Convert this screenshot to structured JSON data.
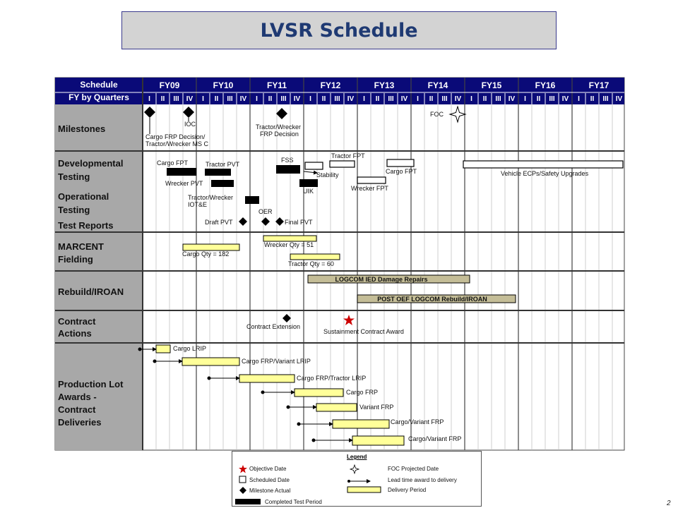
{
  "title": "LVSR Schedule",
  "page_number": "2",
  "header": {
    "schedule_label": "Schedule",
    "fy_label": "FY by Quarters",
    "years": [
      "FY09",
      "FY10",
      "FY11",
      "FY12",
      "FY13",
      "FY14",
      "FY15",
      "FY16",
      "FY17"
    ],
    "quarters": [
      "I",
      "II",
      "III",
      "IV"
    ]
  },
  "rows": {
    "milestones": "Milestones",
    "dev_testing": "Developmental Testing",
    "op_testing": "Operational Testing",
    "test_reports": "Test Reports",
    "marcent": "MARCENT Fielding",
    "rebuild": "Rebuild/IROAN",
    "contract": "Contract Actions",
    "production": "Production Lot Awards - Contract Deliveries"
  },
  "labels": {
    "cargo_frp_decision": "Cargo FRP Decision/",
    "tractor_wrecker_msc": "Tractor/Wrecker MS C",
    "ioc": "IOC",
    "tw_frp_decision_1": "Tractor/Wrecker",
    "tw_frp_decision_2": "FRP Decision",
    "foc": "FOC",
    "cargo_fpt_1": "Cargo FPT",
    "tractor_pvt": "Tractor PVT",
    "wrecker_pvt": "Wrecker PVT",
    "fss": "FSS",
    "stability": "Stability",
    "uik": "UIK",
    "tractor_fpt": "Tractor FPT",
    "wrecker_fpt": "Wrecker FPT",
    "cargo_fpt_2": "Cargo FPT",
    "vehicle_ecps": "Vehicle ECPs/Safety Upgrades",
    "tw_iote_1": "Tractor/Wrecker",
    "tw_iote_2": "IOT&E",
    "oer": "OER",
    "draft_pvt": "Draft PVT",
    "final_pvt": "Final PVT",
    "cargo_qty": "Cargo Qty = 182",
    "wrecker_qty": "Wrecker Qty = 51",
    "tractor_qty": "Tractor Qty = 60",
    "logcom_ied": "LOGCOM IED Damage Repairs",
    "post_oef": "POST OEF LOGCOM Rebuild/IROAN",
    "contract_extension": "Contract Extension",
    "sustainment_award": "Sustainment Contract Award",
    "cargo_lrip": "Cargo LRIP",
    "cargo_frp_variant_lrip": "Cargo FRP/Variant LRIP",
    "cargo_frp_tractor_lrip": "Cargo FRP/Tractor LRIP",
    "cargo_frp": "Cargo FRP",
    "variant_frp": "Variant FRP",
    "cargo_variant_frp_1": "Cargo/Variant FRP",
    "cargo_variant_frp_2": "Cargo/Variant FRP"
  },
  "legend": {
    "title": "Legend",
    "objective_date": "Objective Date",
    "scheduled_date": "Scheduled Date",
    "milestone_actual": "Milestone Actual",
    "completed_test_period": "Completed Test Period",
    "foc_projected": "FOC Projected Date",
    "lead_time": "Lead time award to delivery",
    "delivery_period": "Delivery Period"
  },
  "colors": {
    "header_bg": "#0a0a78",
    "label_bg": "#a8a8a8",
    "delivery_fill": "#ffff99",
    "logcom_fill": "#c4bd97",
    "objective_star": "#cc0000",
    "title_text": "#1f3a73"
  }
}
